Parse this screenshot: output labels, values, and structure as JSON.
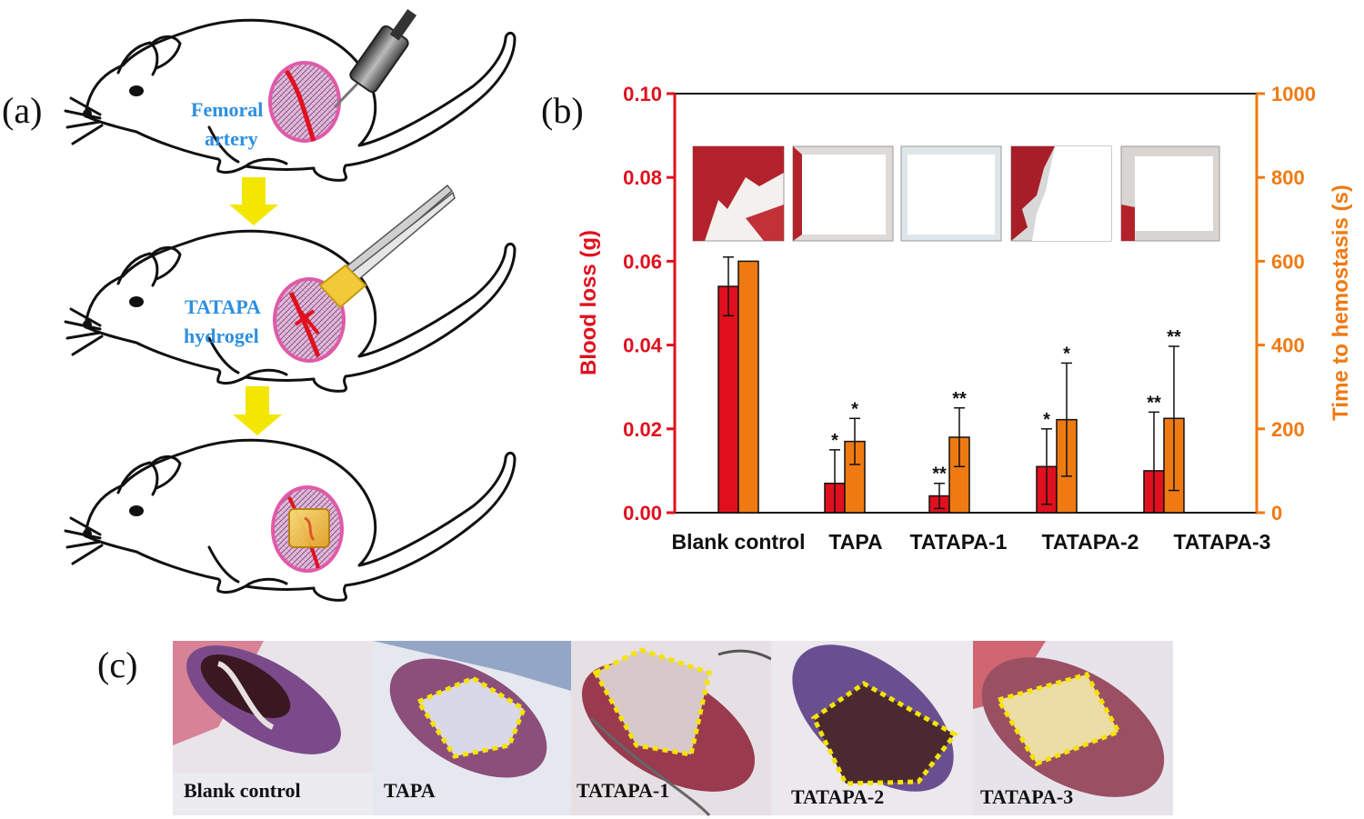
{
  "panels": {
    "a": "(a)",
    "b": "(b)",
    "c": "(c)"
  },
  "schematic": {
    "step1_label_line1": "Femoral",
    "step1_label_line2": "artery",
    "step2_label_line1": "TATAPA",
    "step2_label_line2": "hydrogel"
  },
  "colors": {
    "blood_loss": "#e0101e",
    "time_to_hemostasis": "#f07a12",
    "arrow": "#f3e600",
    "label_blue": "#2d8fe0",
    "wound_pink": "#e05aa8",
    "hydrogel_box": "#f5e400"
  },
  "chart_data": {
    "type": "bar",
    "categories": [
      "Blank control",
      "TAPA",
      "TATAPA-1",
      "TATAPA-2",
      "TATAPA-3"
    ],
    "series": [
      {
        "name": "Blood loss (g)",
        "axis": "left",
        "values": [
          0.054,
          0.007,
          0.004,
          0.011,
          0.01
        ],
        "errors": [
          0.007,
          0.008,
          0.003,
          0.009,
          0.014
        ],
        "significance": [
          "",
          "*",
          "**",
          "*",
          "**"
        ]
      },
      {
        "name": "Time to hemostasis (s)",
        "axis": "right",
        "values": [
          600,
          170,
          180,
          222,
          225
        ],
        "errors": [
          0,
          55,
          70,
          135,
          172
        ],
        "significance": [
          "",
          "*",
          "**",
          "*",
          "**"
        ]
      }
    ],
    "ylabel_left": "Blood loss (g)",
    "ylim_left": [
      0,
      0.1
    ],
    "yticks_left": [
      "0.00",
      "0.02",
      "0.04",
      "0.06",
      "0.08",
      "0.10"
    ],
    "ylabel_right": "Time to hemostasis (s)",
    "ylim_right": [
      0,
      1000
    ],
    "yticks_right": [
      "0",
      "200",
      "400",
      "600",
      "800",
      "1000"
    ]
  },
  "photos": {
    "labels": [
      "Blank control",
      "TAPA",
      "TATAPA-1",
      "TATAPA-2",
      "TATAPA-3"
    ]
  }
}
